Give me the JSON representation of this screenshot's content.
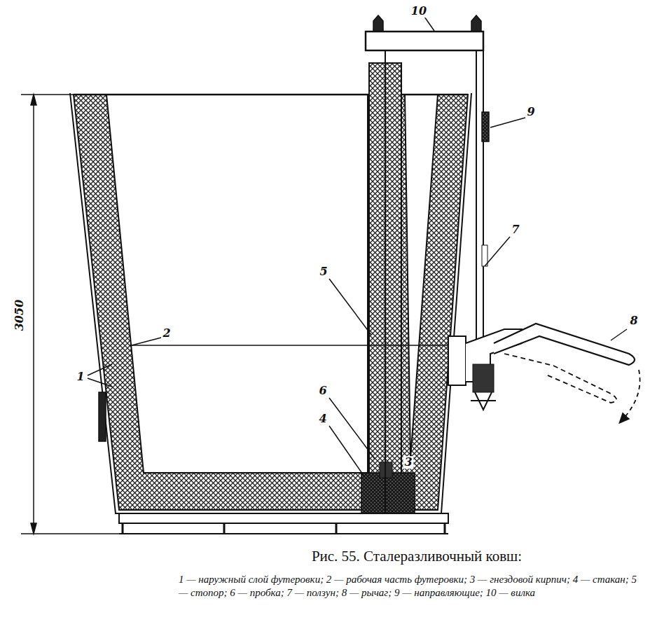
{
  "diagram": {
    "caption": "Рис. 55. Сталеразливочный ковш:",
    "labels": [
      "10",
      "9",
      "7",
      "5",
      "2",
      "1",
      "8",
      "6",
      "4",
      "3",
      "3050",
      "1 — наружный слой футеровки; 2 — рабочая часть футеровки; 3 — гнездовой кирпич; 4 — стакан; 5 — стопор; 6 — пробка; 7 — ползун; 8 — рычаг; 9 — направляющие; 10 — вилка"
    ]
  }
}
